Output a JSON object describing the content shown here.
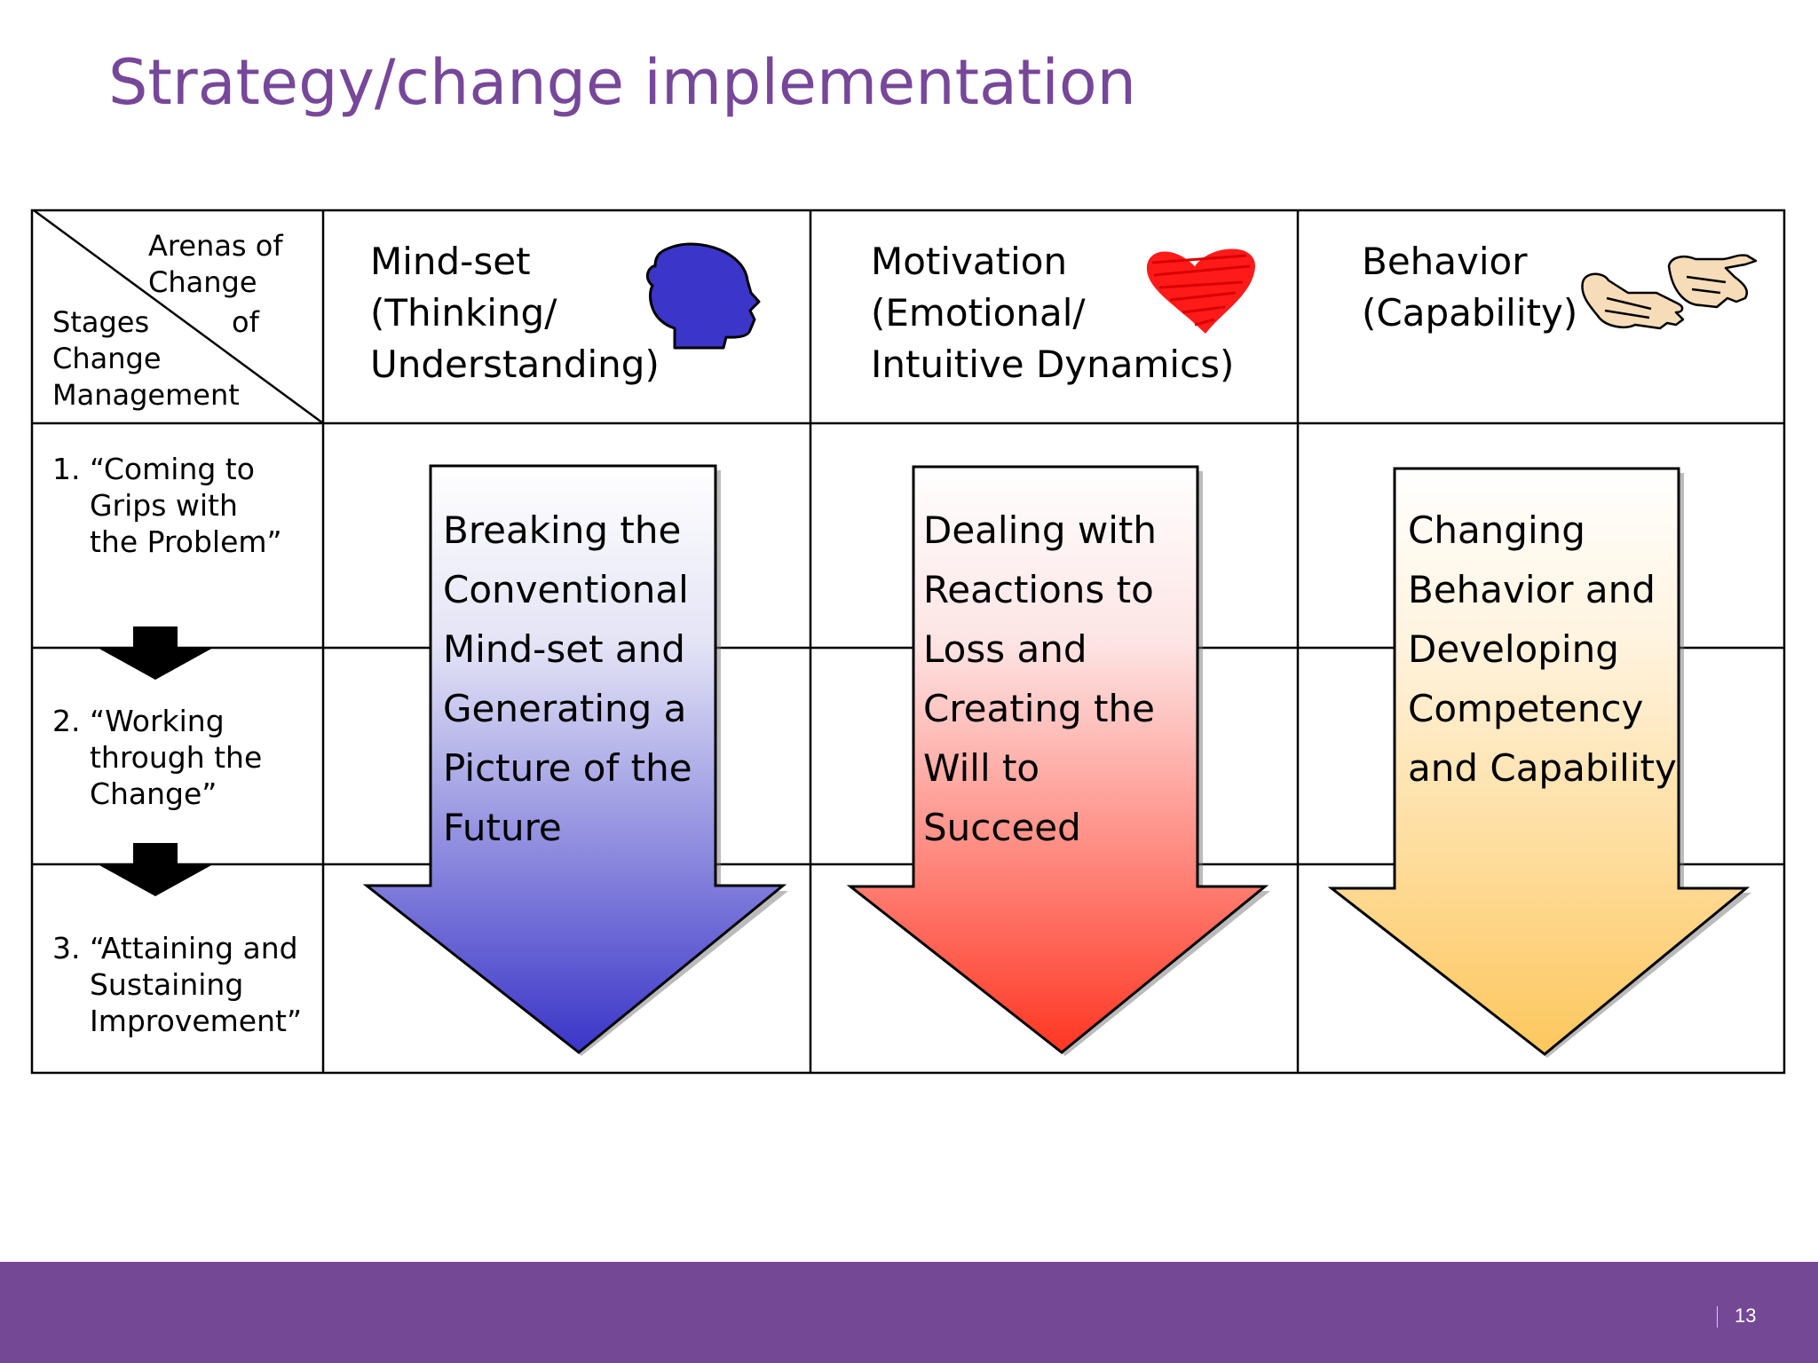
{
  "title": "Strategy/change implementation",
  "corner": {
    "arenas": [
      "Arenas of",
      "Change"
    ],
    "stages_line1": "Stages",
    "stages_of": "of",
    "stages_rest": [
      "Change",
      "Management"
    ]
  },
  "columns": [
    {
      "lines": [
        "Mind-set",
        "(Thinking/",
        "Understanding)"
      ],
      "icon": "head-icon"
    },
    {
      "lines": [
        "Motivation",
        "(Emotional/",
        "Intuitive Dynamics)"
      ],
      "icon": "heart-icon"
    },
    {
      "lines": [
        "Behavior",
        "(Capability)"
      ],
      "icon": "hands-icon"
    }
  ],
  "stages": [
    "1. “Coming to\n    Grips with\n    the Problem”",
    "2. “Working\n    through the\n    Change”",
    "3. “Attaining and\n    Sustaining\n    Improvement”"
  ],
  "arrows": [
    {
      "lines": [
        "Breaking the",
        "Conventional",
        "Mind-set and",
        "Generating a",
        "Picture of the",
        "Future"
      ],
      "color": "#3a35c8"
    },
    {
      "lines": [
        "Dealing with",
        "Reactions to",
        "Loss and",
        "Creating the",
        "Will to",
        "Succeed"
      ],
      "color": "#ff3622"
    },
    {
      "lines": [
        "Changing",
        "Behavior and",
        "Developing",
        "Competency",
        "and Capability"
      ],
      "color": "#fdc75d"
    }
  ],
  "page_number": "13",
  "colors": {
    "title": "#77479a",
    "footer": "#754896"
  }
}
